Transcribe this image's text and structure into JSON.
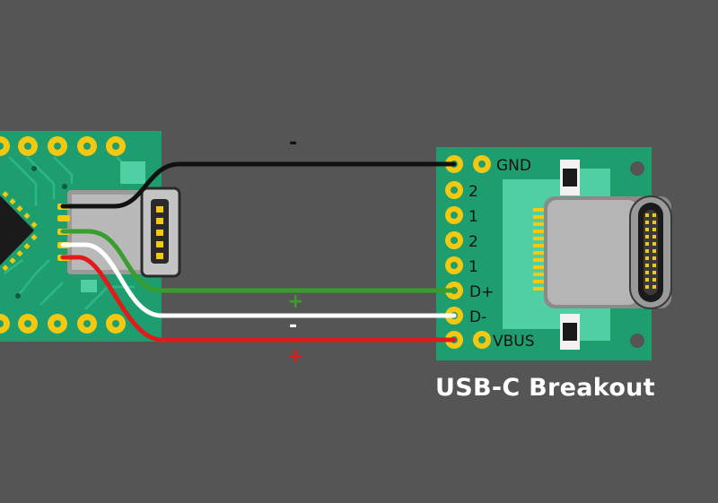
{
  "breakout": {
    "title": "USB-C Breakout",
    "pins": [
      "GND",
      "2",
      "1",
      "2",
      "1",
      "D+",
      "D-",
      "VBUS"
    ]
  },
  "wires": [
    {
      "name": "gnd-wire",
      "color": "#111111",
      "sign": "-",
      "sign_color": "#111111"
    },
    {
      "name": "d-plus-wire",
      "color": "#3a9d2f",
      "sign": "+",
      "sign_color": "#3a9d2f"
    },
    {
      "name": "d-minus-wire",
      "color": "#ffffff",
      "sign": "-",
      "sign_color": "#ffffff"
    },
    {
      "name": "vbus-wire",
      "color": "#e11b1b",
      "sign": "+",
      "sign_color": "#e11b1b"
    }
  ],
  "colors": {
    "background": "#555555",
    "pcb": "#1e9e6e",
    "pad": "#f2c811",
    "breakout_board": "#4fcfa3"
  }
}
